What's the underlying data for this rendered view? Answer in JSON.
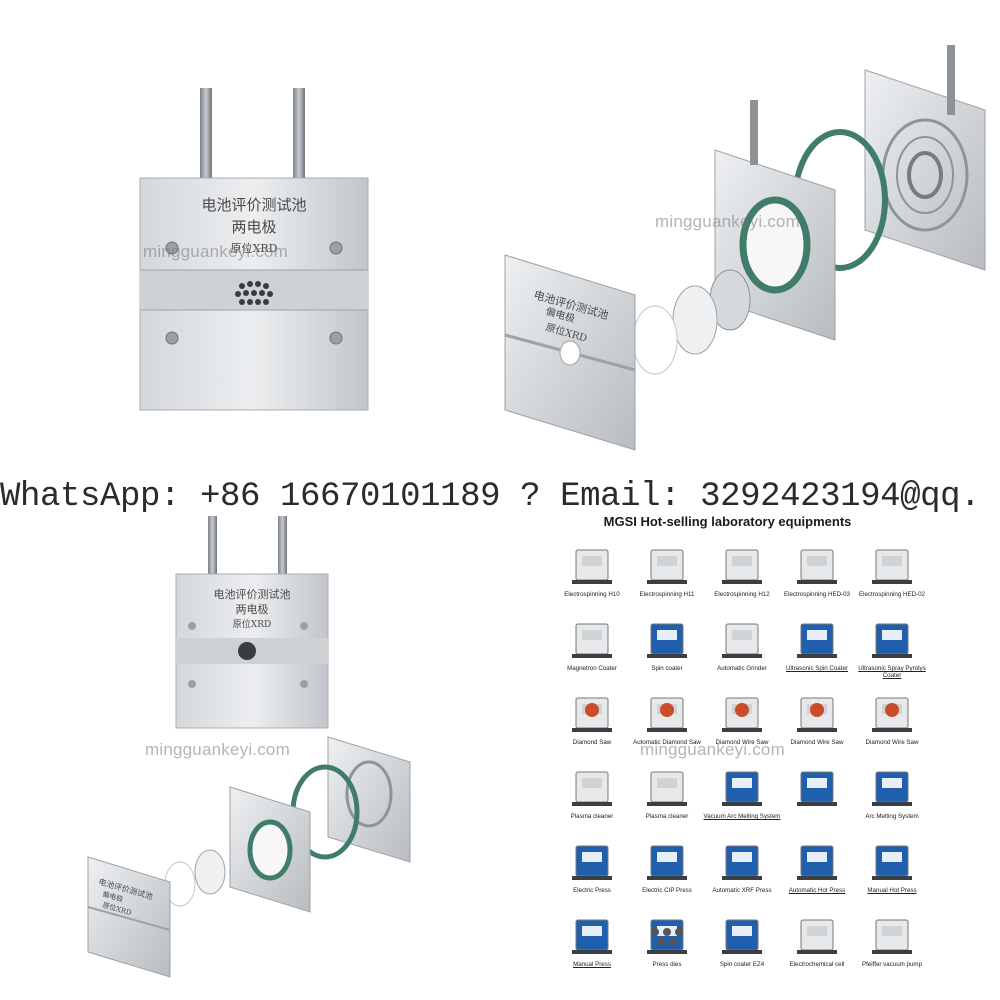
{
  "images": {
    "cell_top_left": {
      "plate_line1": "电池评价测试池",
      "plate_line2": "两电极",
      "plate_line3": "原位XRD"
    },
    "cell_exploded_top": {
      "plate_line1": "电池评价测试池",
      "plate_line2": "偏电极",
      "plate_line3": "原位XRD"
    }
  },
  "watermark": "mingguankeyi.com",
  "contact_line": "WhatsApp: +86 16670101189 ?  Email: 3292423194@qq.",
  "catalog": {
    "title": "MGSI  Hot-selling laboratory equipments",
    "items": [
      {
        "label": "Electrospinning H10",
        "icon": "electrospinning-icon",
        "underline": false
      },
      {
        "label": "Electrospinning H11",
        "icon": "electrospinning-icon",
        "underline": false
      },
      {
        "label": "Electrospinning H12",
        "icon": "electrospinning-icon",
        "underline": false
      },
      {
        "label": "Electrospinning HED-03",
        "icon": "electrospinning-gun-icon",
        "underline": false
      },
      {
        "label": "Electrospinning HED-02",
        "icon": "electrospinning-gun-icon",
        "underline": false
      },
      {
        "label": "Magnetron Coater",
        "icon": "coater-icon",
        "underline": false
      },
      {
        "label": "Spin coater",
        "icon": "spin-coater-icon",
        "underline": false
      },
      {
        "label": "Automatic Grinder",
        "icon": "grinder-icon",
        "underline": false
      },
      {
        "label": "Ultrasonic Spin Coater",
        "icon": "spin-coater-icon",
        "underline": true
      },
      {
        "label": "Ultrasonic Spray Pyrolys Coater",
        "icon": "spray-coater-icon",
        "underline": true
      },
      {
        "label": "Diamond Saw",
        "icon": "saw-icon",
        "underline": false
      },
      {
        "label": "Automatic Diamond Saw",
        "icon": "saw-icon",
        "underline": false
      },
      {
        "label": "Diamond Wire Saw",
        "icon": "wire-saw-icon",
        "underline": false
      },
      {
        "label": "Diamond Wire Saw",
        "icon": "wire-saw-icon",
        "underline": false
      },
      {
        "label": "Diamond Wire Saw",
        "icon": "wire-saw-icon",
        "underline": false
      },
      {
        "label": "Plasma cleaner",
        "icon": "plasma-cleaner-icon",
        "underline": false
      },
      {
        "label": "Plasma cleaner",
        "icon": "plasma-cleaner-icon",
        "underline": false
      },
      {
        "label": "Vacuum Arc Melting System",
        "icon": "arc-melting-icon",
        "underline": true
      },
      {
        "label": "",
        "icon": "arc-melting-icon",
        "underline": false
      },
      {
        "label": "Arc Melting System",
        "icon": "arc-melting-icon",
        "underline": false
      },
      {
        "label": "Electric Press",
        "icon": "press-icon",
        "underline": false
      },
      {
        "label": "Electric CIP Press",
        "icon": "press-icon",
        "underline": false
      },
      {
        "label": "Automatic XRF Press",
        "icon": "press-icon",
        "underline": false
      },
      {
        "label": "Automatic Hot Press",
        "icon": "hot-press-icon",
        "underline": true
      },
      {
        "label": "Manual Hot Press",
        "icon": "hot-press-icon",
        "underline": true
      },
      {
        "label": "Manual Press",
        "icon": "press-icon",
        "underline": true
      },
      {
        "label": "Press dies",
        "icon": "press-dies-icon",
        "underline": false
      },
      {
        "label": "Spin coater EZ4",
        "icon": "spin-coater-icon",
        "underline": false
      },
      {
        "label": "Electrochemical cell",
        "icon": "electrochemical-cell-icon",
        "underline": false
      },
      {
        "label": "Pfeiffer vacuum pump",
        "icon": "vacuum-pump-icon",
        "underline": false
      }
    ]
  },
  "colors": {
    "steel_light": "#e4e6e8",
    "steel_mid": "#b9bdc1",
    "steel_dark": "#8c9196",
    "oring_green": "#3f7d6a",
    "equipment_blue": "#1f5fae"
  }
}
